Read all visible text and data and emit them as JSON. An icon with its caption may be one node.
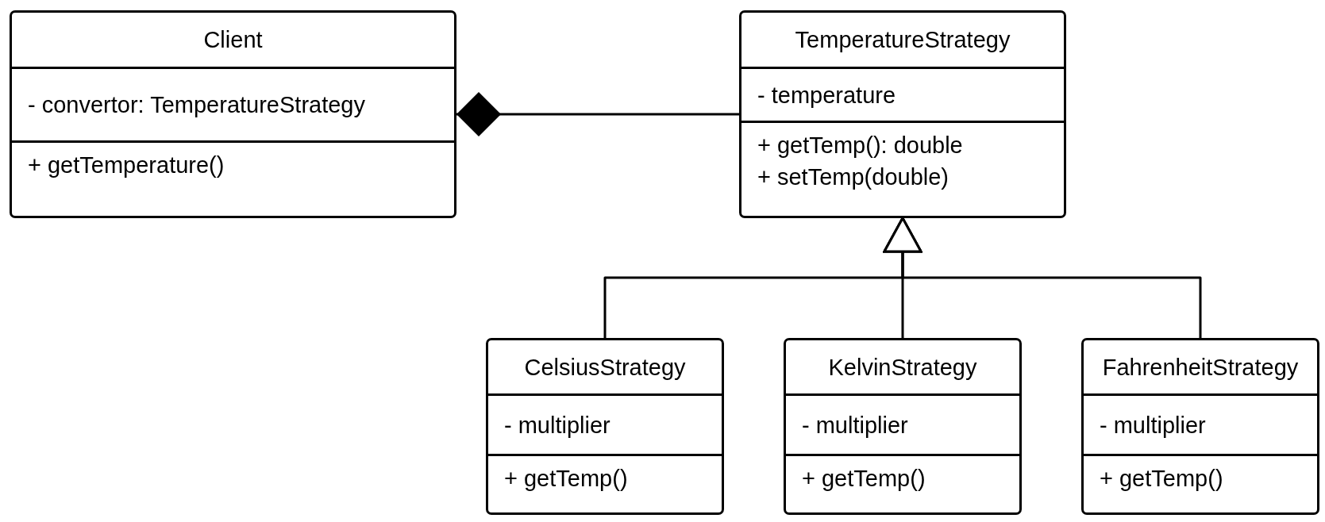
{
  "diagram": {
    "nodes": [
      {
        "text": [
          "Client",
          "- convertor: TemperatureStrategy",
          "+ getTemperature()"
        ]
      },
      {
        "text": [
          "TemperatureStrategy",
          "- temperature",
          "+ getTemp(): double",
          "+ setTemp(double)"
        ]
      },
      {
        "text": [
          "CelsiusStrategy",
          "- multiplier",
          "+ getTemp()"
        ]
      },
      {
        "text": [
          "KelvinStrategy",
          "- multiplier",
          "+ getTemp()"
        ]
      },
      {
        "text": [
          "FahrenheitStrategy",
          "- multiplier",
          "+ getTemp()"
        ]
      }
    ],
    "edges": [
      {
        "from": 0,
        "to": 1,
        "arrow": "other"
      },
      {
        "from": 2,
        "to": 1,
        "arrow": "to"
      },
      {
        "from": 3,
        "to": 1,
        "arrow": "to"
      },
      {
        "from": 4,
        "to": 1,
        "arrow": "to"
      }
    ]
  }
}
